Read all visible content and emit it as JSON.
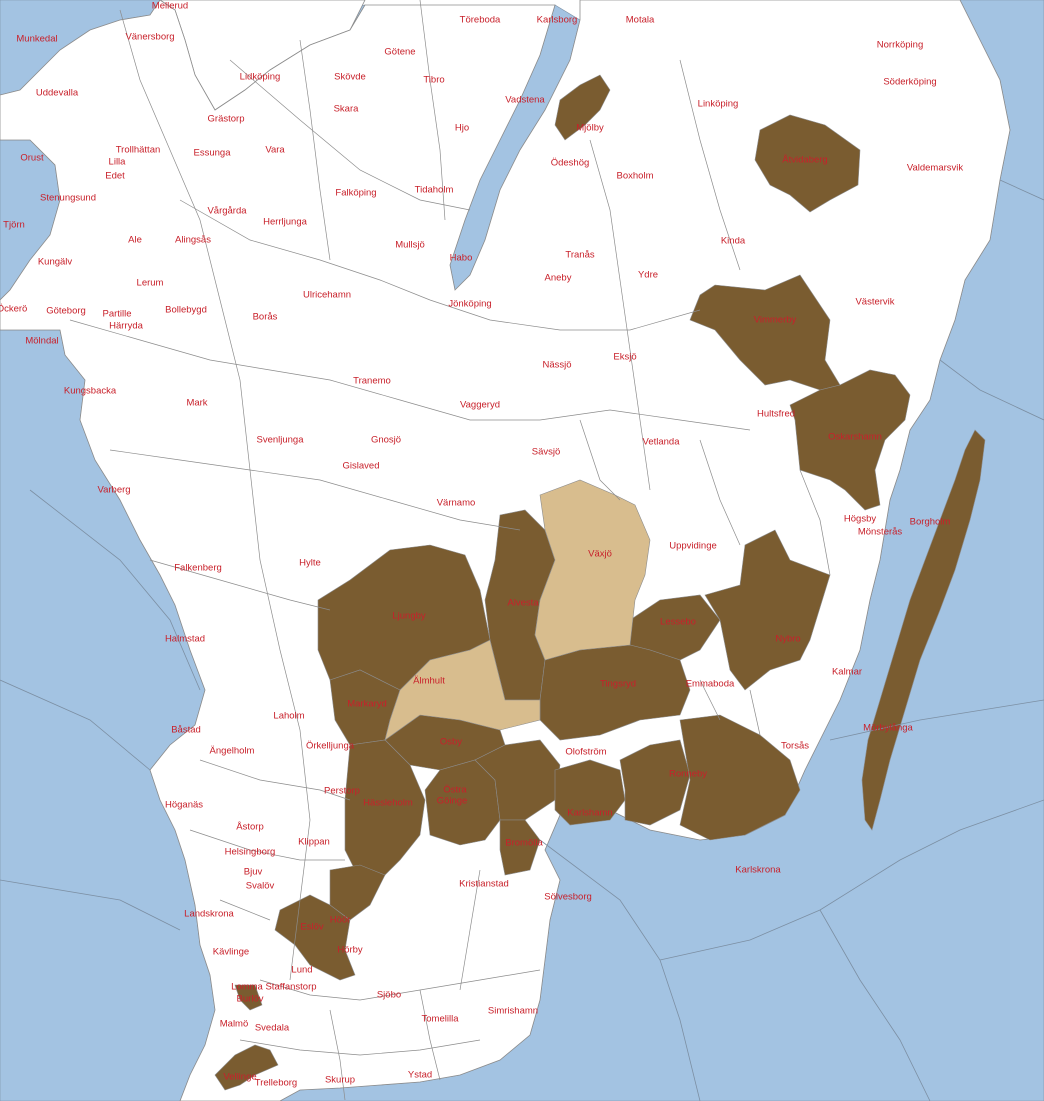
{
  "colors": {
    "sea": "#a3c3e2",
    "land": "#ffffff",
    "border": "#8c8c8c",
    "sea_border": "#7c8fa3",
    "highlight_dark": "#7a5c30",
    "highlight_light": "#d8bd8e",
    "label": "#c8202a"
  },
  "map": {
    "highlight_dark": [
      "Vadstena",
      "Åtvidaberg",
      "Vimmerby",
      "Oskarshamn",
      "Alvesta",
      "Ljungby",
      "Markaryd",
      "Lessebo",
      "Nybro",
      "Tingsryd",
      "Osby",
      "Hässleholm",
      "Östra Göinge",
      "Olofström",
      "Bromölla",
      "Karlshamn",
      "Ronneby",
      "Karlskrona",
      "Borgholm",
      "Mörbylånga",
      "Höör",
      "Eslöv",
      "Lomma",
      "Vellinge"
    ],
    "highlight_light": [
      "Växjö",
      "Älmhult"
    ]
  },
  "labels": [
    {
      "text": "Mellerud"
    },
    {
      "text": "Töreboda"
    },
    {
      "text": "Karlsborg"
    },
    {
      "text": "Motala"
    },
    {
      "text": "Munkedal"
    },
    {
      "text": "Vänersborg"
    },
    {
      "text": "Götene"
    },
    {
      "text": "Norrköping"
    },
    {
      "text": "Lidköping"
    },
    {
      "text": "Skövde"
    },
    {
      "text": "Tibro"
    },
    {
      "text": "Vadstena"
    },
    {
      "text": "Söderköping"
    },
    {
      "text": "Uddevalla"
    },
    {
      "text": "Skara"
    },
    {
      "text": "Linköping"
    },
    {
      "text": "Grästorp"
    },
    {
      "text": "Hjo"
    },
    {
      "text": "Mjölby"
    },
    {
      "text": "Trollhättan"
    },
    {
      "text": "Essunga"
    },
    {
      "text": "Vara"
    },
    {
      "text": "Orust"
    },
    {
      "text": "Lilla"
    },
    {
      "text": "Edet"
    },
    {
      "text": "Ödeshög"
    },
    {
      "text": "Åtvidaberg"
    },
    {
      "text": "Boxholm"
    },
    {
      "text": "Valdemarsvik"
    },
    {
      "text": "Falköping"
    },
    {
      "text": "Tidaholm"
    },
    {
      "text": "Stenungsund"
    },
    {
      "text": "Vårgårda"
    },
    {
      "text": "Herrljunga"
    },
    {
      "text": "Tjörn"
    },
    {
      "text": "Alingsås"
    },
    {
      "text": "Ale"
    },
    {
      "text": "Mullsjö"
    },
    {
      "text": "Habo"
    },
    {
      "text": "Tranås"
    },
    {
      "text": "Kinda"
    },
    {
      "text": "Kungälv"
    },
    {
      "text": "Aneby"
    },
    {
      "text": "Ydre"
    },
    {
      "text": "Lerum"
    },
    {
      "text": "Ulricehamn"
    },
    {
      "text": "Jönköping"
    },
    {
      "text": "Öckerö"
    },
    {
      "text": "Göteborg"
    },
    {
      "text": "Partille"
    },
    {
      "text": "Bollebygd"
    },
    {
      "text": "Borås"
    },
    {
      "text": "Västervik"
    },
    {
      "text": "Härryda"
    },
    {
      "text": "Vimmerby"
    },
    {
      "text": "Mölndal"
    },
    {
      "text": "Eksjö"
    },
    {
      "text": "Nässjö"
    },
    {
      "text": "Kungsbacka"
    },
    {
      "text": "Tranemo"
    },
    {
      "text": "Mark"
    },
    {
      "text": "Vaggeryd"
    },
    {
      "text": "Hultsfred"
    },
    {
      "text": "Oskarshamn"
    },
    {
      "text": "Svenljunga"
    },
    {
      "text": "Gnosjö"
    },
    {
      "text": "Vetlanda"
    },
    {
      "text": "Sävsjö"
    },
    {
      "text": "Gislaved"
    },
    {
      "text": "Varberg"
    },
    {
      "text": "Värnamo"
    },
    {
      "text": "Högsby"
    },
    {
      "text": "Mönsterås"
    },
    {
      "text": "Borgholm"
    },
    {
      "text": "Falkenberg"
    },
    {
      "text": "Uppvidinge"
    },
    {
      "text": "Hylte"
    },
    {
      "text": "Växjö"
    },
    {
      "text": "Alvesta"
    },
    {
      "text": "Ljungby"
    },
    {
      "text": "Lessebo"
    },
    {
      "text": "Nybro"
    },
    {
      "text": "Halmstad"
    },
    {
      "text": "Kalmar"
    },
    {
      "text": "Emmaboda"
    },
    {
      "text": "Älmhult"
    },
    {
      "text": "Tingsryd"
    },
    {
      "text": "Markaryd"
    },
    {
      "text": "Laholm"
    },
    {
      "text": "Mörbylånga"
    },
    {
      "text": "Båstad"
    },
    {
      "text": "Osby"
    },
    {
      "text": "Torsås"
    },
    {
      "text": "Örkelljunga"
    },
    {
      "text": "Ängelholm"
    },
    {
      "text": "Olofström"
    },
    {
      "text": "Ronneby"
    },
    {
      "text": "Östra"
    },
    {
      "text": "Göinge"
    },
    {
      "text": "Hässleholm"
    },
    {
      "text": "Perstorp"
    },
    {
      "text": "Höganäs"
    },
    {
      "text": "Karlshamn"
    },
    {
      "text": "Åstorp"
    },
    {
      "text": "Klippan"
    },
    {
      "text": "Bromölla"
    },
    {
      "text": "Helsingborg"
    },
    {
      "text": "Bjuv"
    },
    {
      "text": "Karlskrona"
    },
    {
      "text": "Svalöv"
    },
    {
      "text": "Kristianstad"
    },
    {
      "text": "Sölvesborg"
    },
    {
      "text": "Landskrona"
    },
    {
      "text": "Höör"
    },
    {
      "text": "Eslöv"
    },
    {
      "text": "Kävlinge"
    },
    {
      "text": "Hörby"
    },
    {
      "text": "Lund"
    },
    {
      "text": "Lomma"
    },
    {
      "text": "Staffanstorp"
    },
    {
      "text": "Burlöv"
    },
    {
      "text": "Sjöbo"
    },
    {
      "text": "Simrishamn"
    },
    {
      "text": "Malmö"
    },
    {
      "text": "Svedala"
    },
    {
      "text": "Tomelilla"
    },
    {
      "text": "Vellinge"
    },
    {
      "text": "Trelleborg"
    },
    {
      "text": "Skurup"
    },
    {
      "text": "Ystad"
    }
  ]
}
